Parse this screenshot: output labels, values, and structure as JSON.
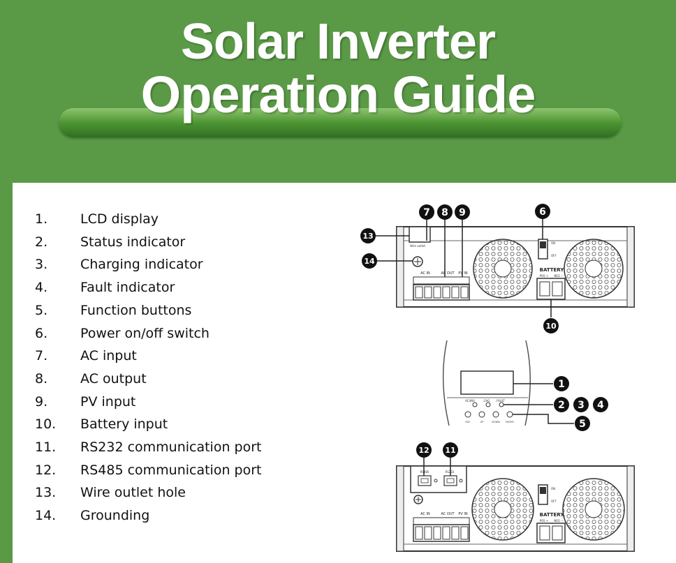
{
  "header": {
    "title_line1": "Solar Inverter",
    "title_line2": "Operation Guide"
  },
  "components": [
    {
      "num": "1.",
      "label": "LCD display"
    },
    {
      "num": "2.",
      "label": "Status indicator"
    },
    {
      "num": "3.",
      "label": "Charging indicator"
    },
    {
      "num": "4.",
      "label": "Fault indicator"
    },
    {
      "num": "5.",
      "label": "Function buttons"
    },
    {
      "num": "6.",
      "label": "Power on/off switch"
    },
    {
      "num": "7.",
      "label": "AC input"
    },
    {
      "num": "8.",
      "label": "AC output"
    },
    {
      "num": "9.",
      "label": "PV input"
    },
    {
      "num": "10.",
      "label": "Battery input"
    },
    {
      "num": "11.",
      "label": "RS232 communication port"
    },
    {
      "num": "12.",
      "label": "RS485 communication port"
    },
    {
      "num": "13.",
      "label": "Wire outlet hole"
    },
    {
      "num": "14.",
      "label": "Grounding"
    }
  ],
  "diagram": {
    "callouts": [
      "1",
      "2",
      "3",
      "4",
      "5",
      "6",
      "7",
      "8",
      "9",
      "10",
      "11",
      "12",
      "13",
      "14"
    ],
    "terminal_labels": {
      "ac_in": "AC IN",
      "ac_out": "AC OUT",
      "pv_in": "PV IN"
    },
    "battery_label": "BATTERY",
    "battery_polarity": {
      "pos": "POS +",
      "neg": "NEG −"
    },
    "switch_labels": {
      "on": "ON",
      "off": "OFF"
    },
    "port_labels": {
      "rs485": "RS485",
      "rs232": "RS232"
    },
    "outlet_label": "Wire outlet",
    "front_indicator_labels": [
      "AC/INV",
      "CHG",
      "FAULT"
    ],
    "front_button_labels": [
      "ESC",
      "UP",
      "DOWN",
      "ENTER"
    ]
  }
}
